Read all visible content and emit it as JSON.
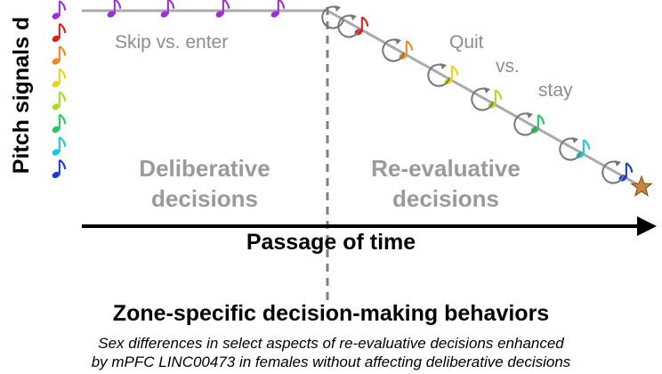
{
  "y_axis_label": "Pitch signals d",
  "skip_label": "Skip vs. enter",
  "quit_label": "Quit",
  "vs_label": "vs.",
  "stay_label": "stay",
  "deliberative": {
    "line1": "Deliberative",
    "line2": "decisions"
  },
  "reevaluative": {
    "line1": "Re-evaluative",
    "line2": "decisions"
  },
  "time_label": "Passage of time",
  "title": "Zone-specific decision-making behaviors",
  "caption": {
    "line1": "Sex differences in select aspects of re-evaluative decisions enhanced",
    "line2": "by mPFC LINC00473 in females without affecting deliberative decisions"
  },
  "colors": {
    "pitch_scale": [
      "#9b30d9",
      "#e01e1e",
      "#f08a1c",
      "#ead21c",
      "#a6dc22",
      "#22c85a",
      "#1ec8dc",
      "#1c3cd8"
    ],
    "deliberative_note": "#9b30d9",
    "reevaluative_notes": [
      "#e01e1e",
      "#f08a1c",
      "#ead21c",
      "#a6dc22",
      "#22c85a",
      "#1ec8dc",
      "#1c3cd8"
    ],
    "star": "#c9833a",
    "track": "#aaaaaa",
    "divider": "#808080"
  },
  "icons": {
    "note": "music-note-icon",
    "loop": "loop-arrow-icon",
    "star": "star-icon"
  }
}
